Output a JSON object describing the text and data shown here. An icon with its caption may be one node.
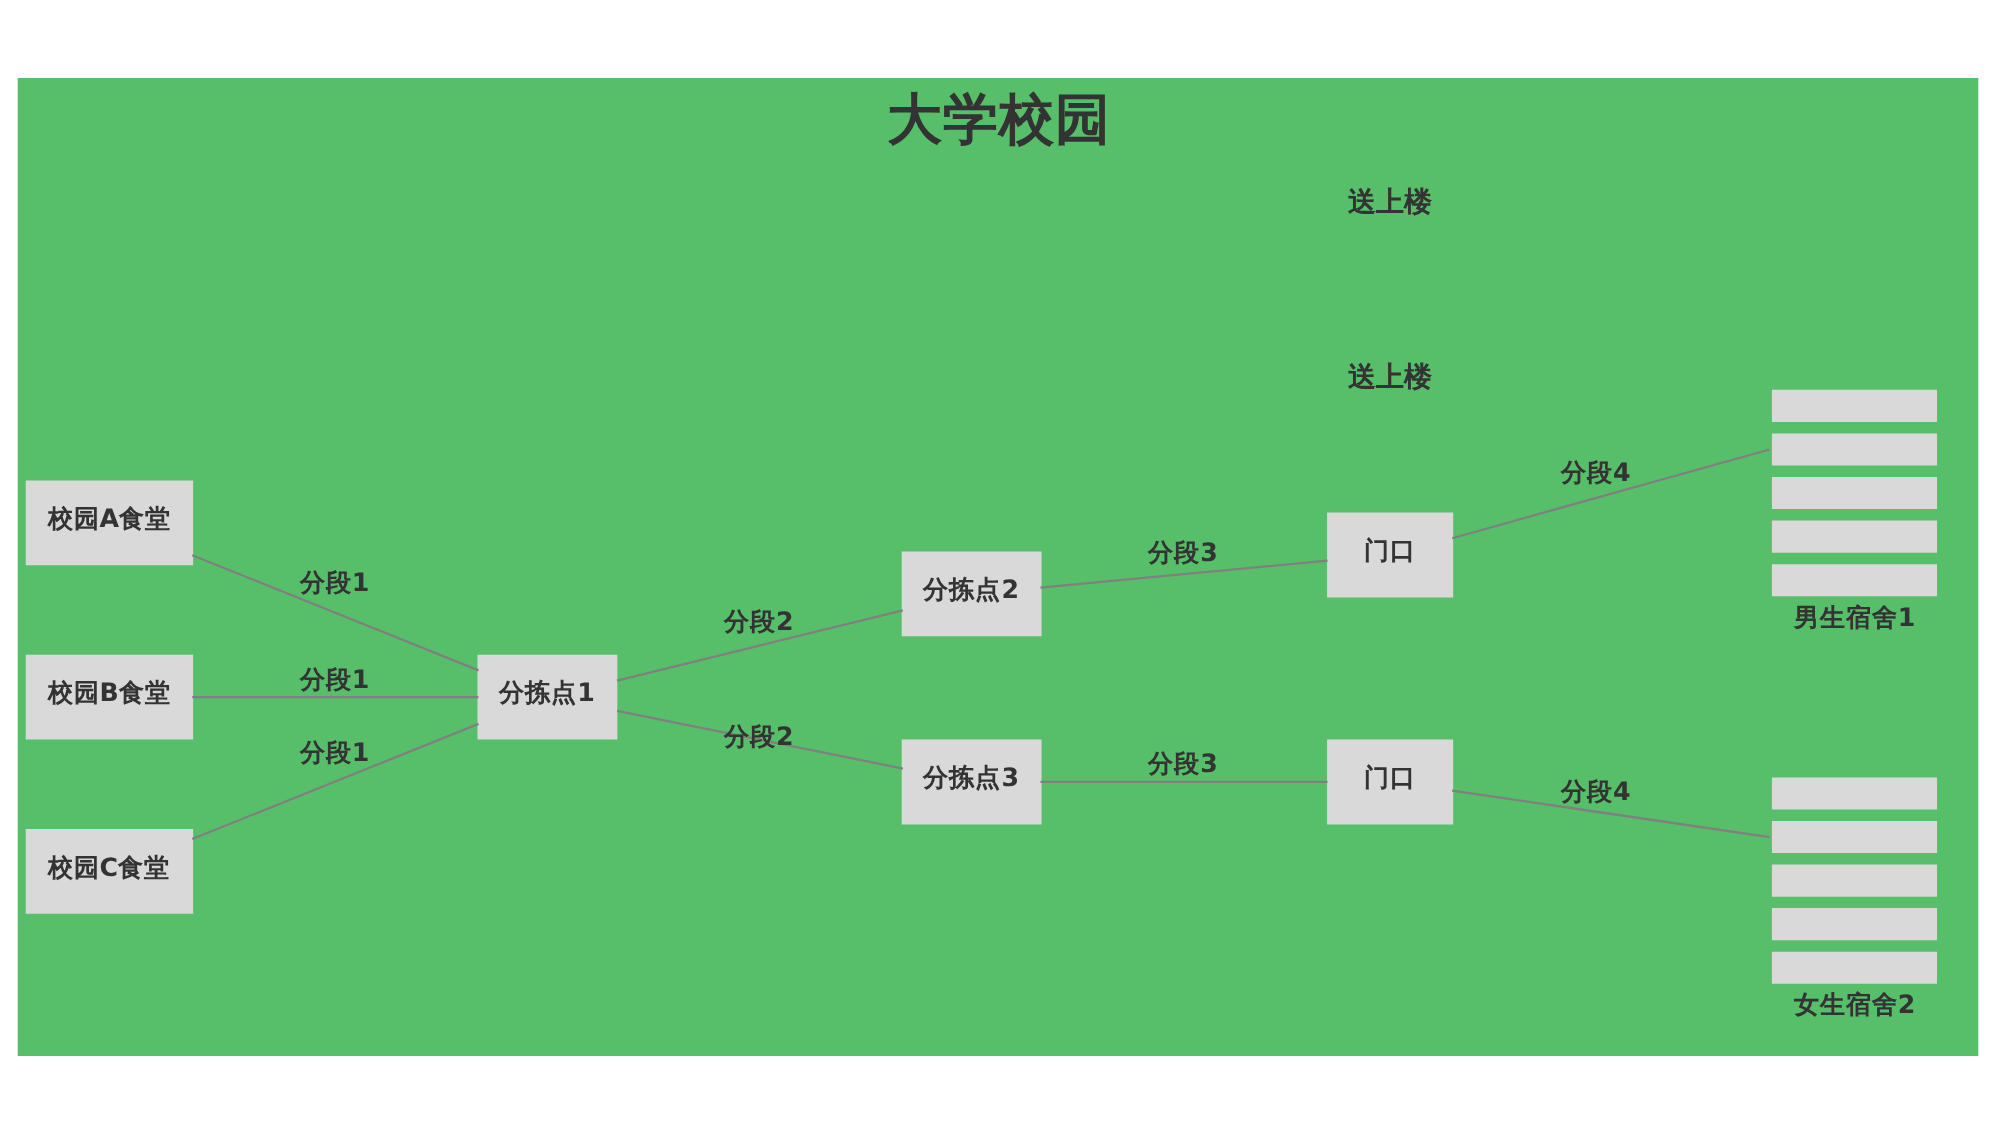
{
  "diagram": {
    "title": "大学校园",
    "nodes": [
      {
        "text": [
          "校园A食堂"
        ]
      },
      {
        "text": [
          "校园B食堂"
        ]
      },
      {
        "text": [
          "校园C食堂"
        ]
      },
      {
        "text": [
          "分拣点1"
        ]
      },
      {
        "text": [
          "分拣点2"
        ]
      },
      {
        "text": [
          "分拣点3"
        ]
      },
      {
        "text": [
          "门口"
        ]
      },
      {
        "text": [
          "男生宿舍1"
        ]
      },
      {
        "text": [
          "门口"
        ]
      },
      {
        "text": [
          "女生宿舍2"
        ]
      }
    ],
    "edges": [
      {
        "from": 0,
        "to": 3,
        "arrow": "none",
        "label": "分段1"
      },
      {
        "from": 1,
        "to": 3,
        "arrow": "none",
        "label": "分段1"
      },
      {
        "from": 2,
        "to": 3,
        "arrow": "none",
        "label": "分段1"
      },
      {
        "from": 3,
        "to": 4,
        "arrow": "none",
        "label": "分段2"
      },
      {
        "from": 3,
        "to": 5,
        "arrow": "none",
        "label": "分段2"
      },
      {
        "from": 4,
        "to": 6,
        "arrow": "none",
        "label": "分段3"
      },
      {
        "from": 5,
        "to": 8,
        "arrow": "none",
        "label": "分段3"
      },
      {
        "from": 6,
        "to": 7,
        "arrow": "none",
        "label": "分段4"
      },
      {
        "from": 8,
        "to": 9,
        "arrow": "none",
        "label": "分段4"
      }
    ],
    "labels": [
      "送上楼",
      "送上楼"
    ]
  }
}
